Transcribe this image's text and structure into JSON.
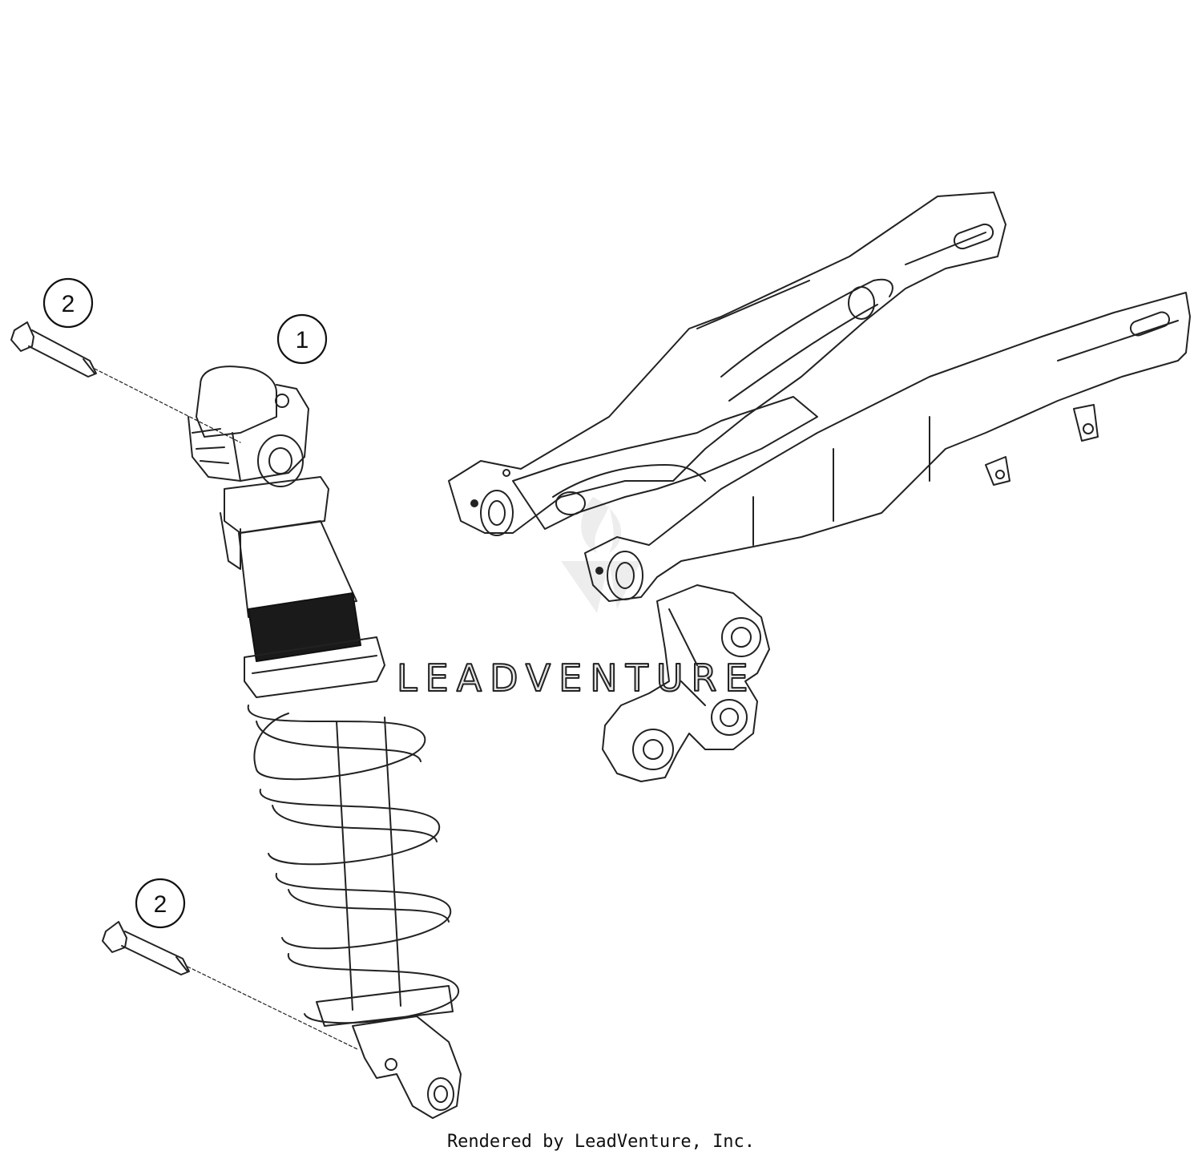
{
  "callouts": {
    "shock_absorber": "1",
    "upper_bolt": "2",
    "lower_bolt": "2"
  },
  "watermark": "LEADVENTURE",
  "footer": "Rendered by LeadVenture, Inc."
}
